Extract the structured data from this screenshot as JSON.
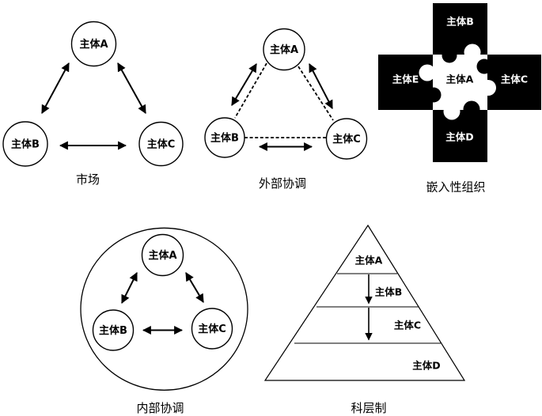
{
  "figure": {
    "background_color": "#ffffff",
    "ink_color": "#000000",
    "diagrams": [
      {
        "id": "market",
        "caption": "市场",
        "nodes": {
          "a": "主体A",
          "b": "主体B",
          "c": "主体C"
        },
        "links": [
          "a-b double-arrow",
          "a-c double-arrow",
          "b-c double-arrow"
        ]
      },
      {
        "id": "external-coordination",
        "caption": "外部协调",
        "nodes": {
          "a": "主体A",
          "b": "主体B",
          "c": "主体C"
        },
        "links": [
          "a-b dashed + double-arrow",
          "a-c dashed + double-arrow",
          "b-c dashed + double-arrow"
        ]
      },
      {
        "id": "embedded-organization",
        "caption": "嵌入性组织",
        "nodes": {
          "top": "主体B",
          "left": "主体E",
          "center": "主体A",
          "right": "主体C",
          "bottom": "主体D"
        }
      },
      {
        "id": "internal-coordination",
        "caption": "内部协调",
        "nodes": {
          "a": "主体A",
          "b": "主体B",
          "c": "主体C"
        },
        "links": [
          "a-b double-arrow",
          "a-c double-arrow",
          "b-c double-arrow",
          "enclosing circle"
        ]
      },
      {
        "id": "hierarchy",
        "caption": "科层制",
        "levels": [
          "主体A",
          "主体B",
          "主体C",
          "主体D"
        ]
      }
    ]
  }
}
